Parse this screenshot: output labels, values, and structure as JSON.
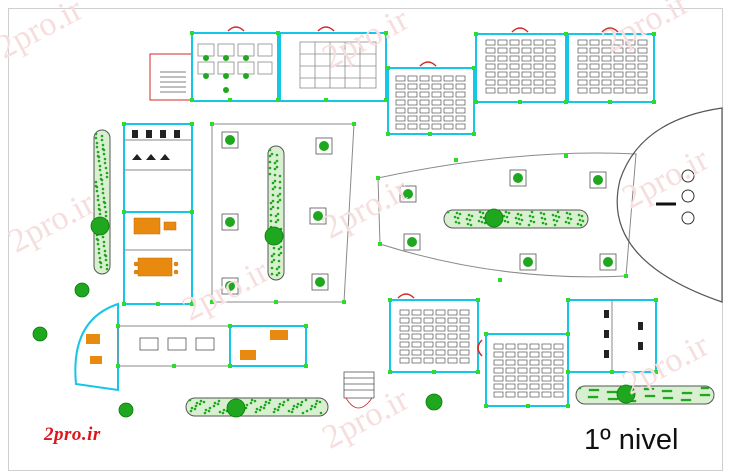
{
  "watermark_text": "2pro.ir",
  "logo_text": "2pro.ir",
  "level_title": "1º nivel",
  "colors": {
    "wall_cyan": "#15c6e6",
    "wall_red": "#d32a2a",
    "node_green": "#2bdc2b",
    "planter_fill": "#d8f0d0",
    "shrub_green": "#1fa81f",
    "furniture_orange": "#e88a10",
    "wall_gray": "#8a8a8a",
    "logo_red": "#e0141b"
  },
  "icons": [
    "tree-icon",
    "door-swing-icon",
    "stair-icon",
    "desk-icon",
    "toilet-icon"
  ]
}
